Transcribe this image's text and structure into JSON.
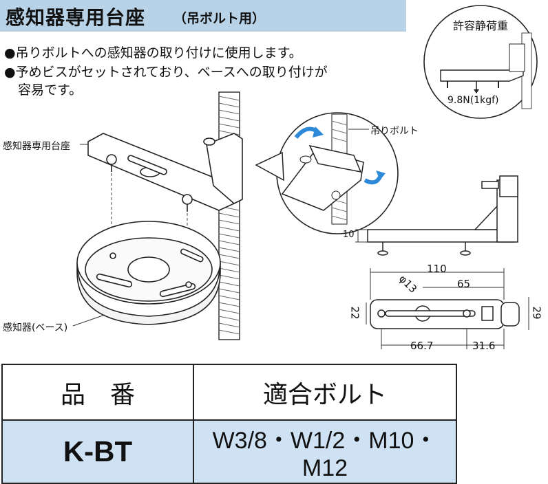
{
  "header": {
    "title": "感知器専用台座",
    "subtitle": "（吊ボルト用）"
  },
  "features": [
    "●吊りボルトへの感知器の取り付けに使用します。",
    "●予めビスがセットされており、ベースへの取り付けが",
    "容易です。"
  ],
  "load_inset": {
    "title": "許容静荷重",
    "value": "9.8N(1kgf)"
  },
  "labels": {
    "base_mount": "感知器専用台座",
    "hanging_bolt": "吊りボルト",
    "detector_base": "感知器(ベース)"
  },
  "dimensions": {
    "height": "10",
    "length": "110",
    "hole": "φ13",
    "hole_pos": "65",
    "width_inner": "22",
    "width_outer": "29",
    "pitch_a": "66.7",
    "pitch_b": "31.6"
  },
  "spec_table": {
    "col_model": "品　番",
    "col_bolt": "適合ボルト",
    "model": "K-BT",
    "bolts": "W3/8・W1/2・M10・M12"
  },
  "colors": {
    "header_bg": "#b8d3e8",
    "table_row_bg": "#cfe2f3",
    "arrow_blue": "#2e8ad8"
  }
}
